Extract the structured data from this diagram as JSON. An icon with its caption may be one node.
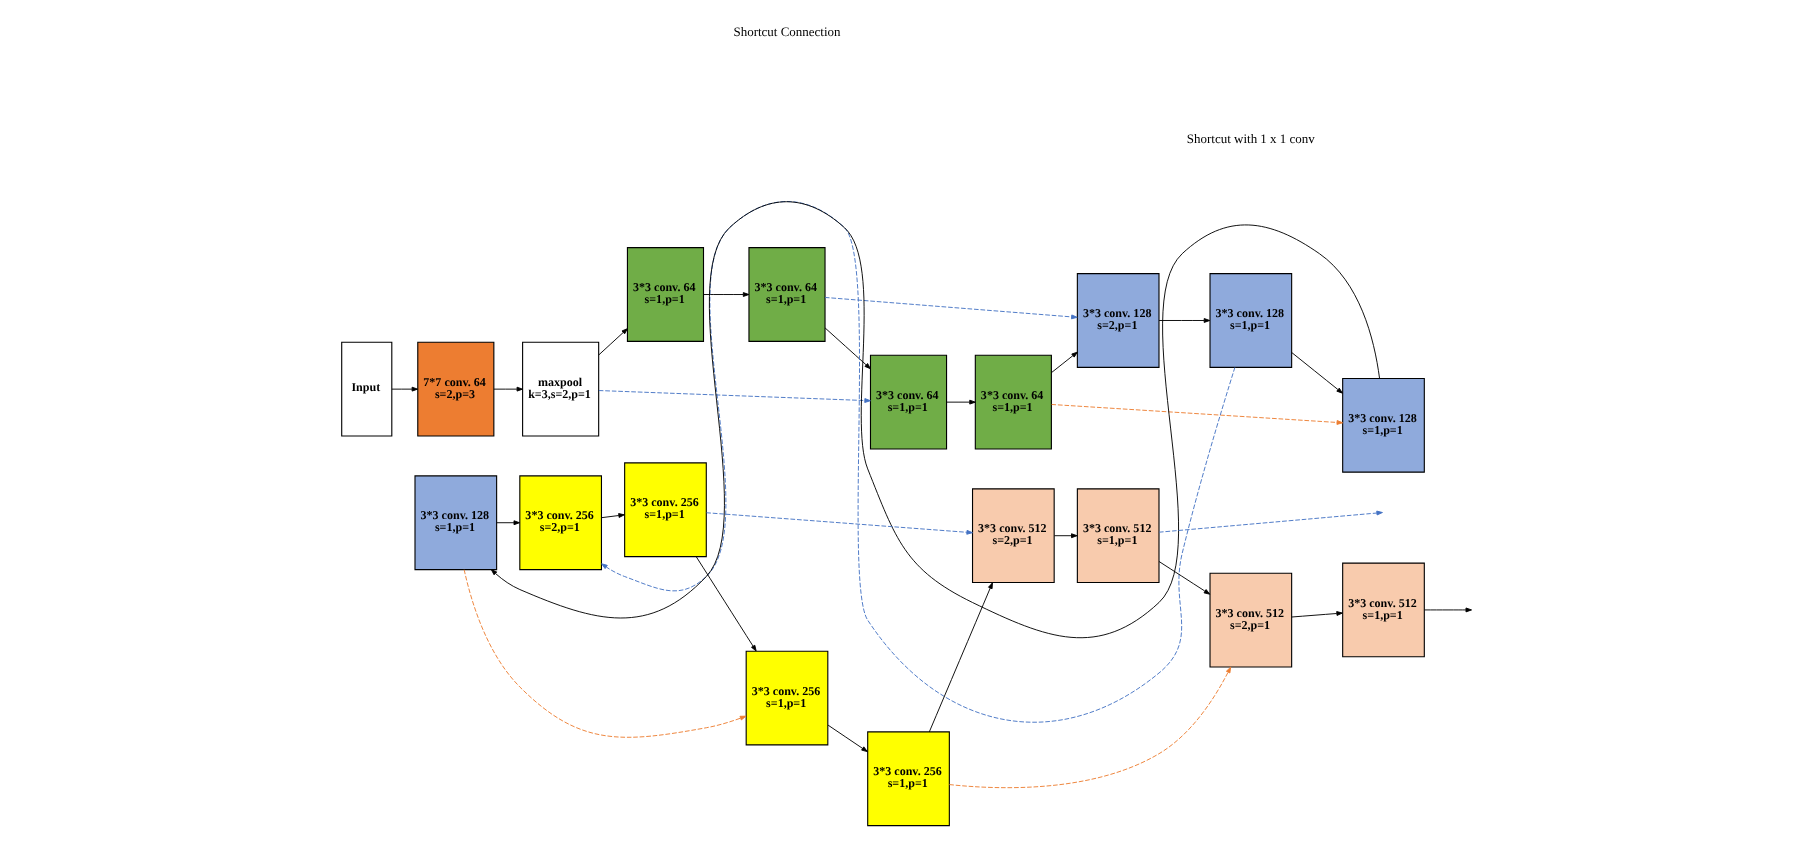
{
  "diagram": {
    "nodes": [
      {
        "text": [
          "Input"
        ]
      },
      {
        "text": [
          "7*7 conv. 64",
          "s=2,p=3"
        ]
      },
      {
        "text": [
          "maxpool",
          "k=3,s=2,p=1"
        ]
      },
      {
        "text": [
          "3*3 conv. 64",
          "s=1,p=1"
        ]
      },
      {
        "text": [
          "3*3 conv. 64",
          "s=1,p=1"
        ]
      },
      {
        "text": [
          "3*3 conv. 64",
          "s=1,p=1"
        ]
      },
      {
        "text": [
          "3*3 conv. 64",
          "s=1,p=1"
        ]
      },
      {
        "text": [
          "3*3 conv. 128",
          "s=2,p=1"
        ]
      },
      {
        "text": [
          "3*3 conv. 128",
          "s=1,p=1"
        ]
      },
      {
        "text": [
          "3*3 conv. 128",
          "s=1,p=1"
        ]
      },
      {
        "text": [
          "3*3 conv. 128",
          "s=1,p=1"
        ]
      },
      {
        "text": [
          "3*3 conv. 256",
          "s=2,p=1"
        ]
      },
      {
        "text": [
          "3*3 conv. 256",
          "s=1,p=1"
        ]
      },
      {
        "text": [
          "3*3 conv. 256",
          "s=1,p=1"
        ]
      },
      {
        "text": [
          "3*3 conv. 256",
          "s=1,p=1"
        ]
      },
      {
        "text": [
          "3*3 conv. 512",
          "s=2,p=1"
        ]
      },
      {
        "text": [
          "3*3 conv. 512",
          "s=1,p=1"
        ]
      },
      {
        "text": [
          "3*3 conv. 512",
          "s=2,p=1"
        ]
      },
      {
        "text": [
          "3*3 conv. 512",
          "s=1,p=1"
        ]
      }
    ],
    "edges": [
      {
        "from": 0,
        "to": 1,
        "arrow": "to"
      },
      {
        "from": 1,
        "to": 2,
        "arrow": "to"
      },
      {
        "from": 2,
        "to": 3,
        "arrow": "to"
      },
      {
        "from": 3,
        "to": 4,
        "arrow": "to"
      },
      {
        "from": 4,
        "to": 5,
        "arrow": "to"
      },
      {
        "from": 5,
        "to": 6,
        "arrow": "to"
      },
      {
        "from": 6,
        "to": 7,
        "arrow": "to"
      },
      {
        "from": 7,
        "to": 8,
        "arrow": "to"
      },
      {
        "from": 8,
        "to": 9,
        "arrow": "to"
      },
      {
        "from": 9,
        "to": 10,
        "arrow": "to"
      },
      {
        "from": 10,
        "to": 11,
        "arrow": "to"
      },
      {
        "from": 11,
        "to": 12,
        "arrow": "to"
      },
      {
        "from": 12,
        "to": 13,
        "arrow": "to"
      },
      {
        "from": 13,
        "to": 14,
        "arrow": "to"
      },
      {
        "from": 14,
        "to": 15,
        "arrow": "to"
      },
      {
        "from": 15,
        "to": 16,
        "arrow": "to"
      },
      {
        "from": 16,
        "to": 17,
        "arrow": "to"
      },
      {
        "from": 17,
        "to": 18,
        "arrow": "to"
      },
      {
        "from": 18,
        "to": null,
        "arrow": "to"
      },
      {
        "from": 2,
        "to": 5,
        "arrow": "to",
        "style": "dashed",
        "color": "#4472c4"
      },
      {
        "from": 4,
        "to": 7,
        "arrow": "to",
        "style": "dashed",
        "color": "#4472c4"
      },
      {
        "from": 6,
        "to": 9,
        "arrow": "to",
        "style": "dashed",
        "color": "#ed7d31"
      },
      {
        "from": 8,
        "to": 11,
        "arrow": "to",
        "style": "dashed",
        "color": "#4472c4"
      },
      {
        "from": 10,
        "to": 13,
        "arrow": "to",
        "style": "dashed",
        "color": "#ed7d31"
      },
      {
        "from": 12,
        "to": 15,
        "arrow": "to",
        "style": "dashed",
        "color": "#4472c4"
      },
      {
        "from": 14,
        "to": 17,
        "arrow": "to",
        "style": "dashed",
        "color": "#ed7d31"
      },
      {
        "from": 16,
        "to": null,
        "arrow": "to",
        "style": "dashed",
        "color": "#4472c4"
      }
    ],
    "labels": [
      "Shortcut Connection",
      "Shortcut with 1 x 1 conv"
    ]
  }
}
